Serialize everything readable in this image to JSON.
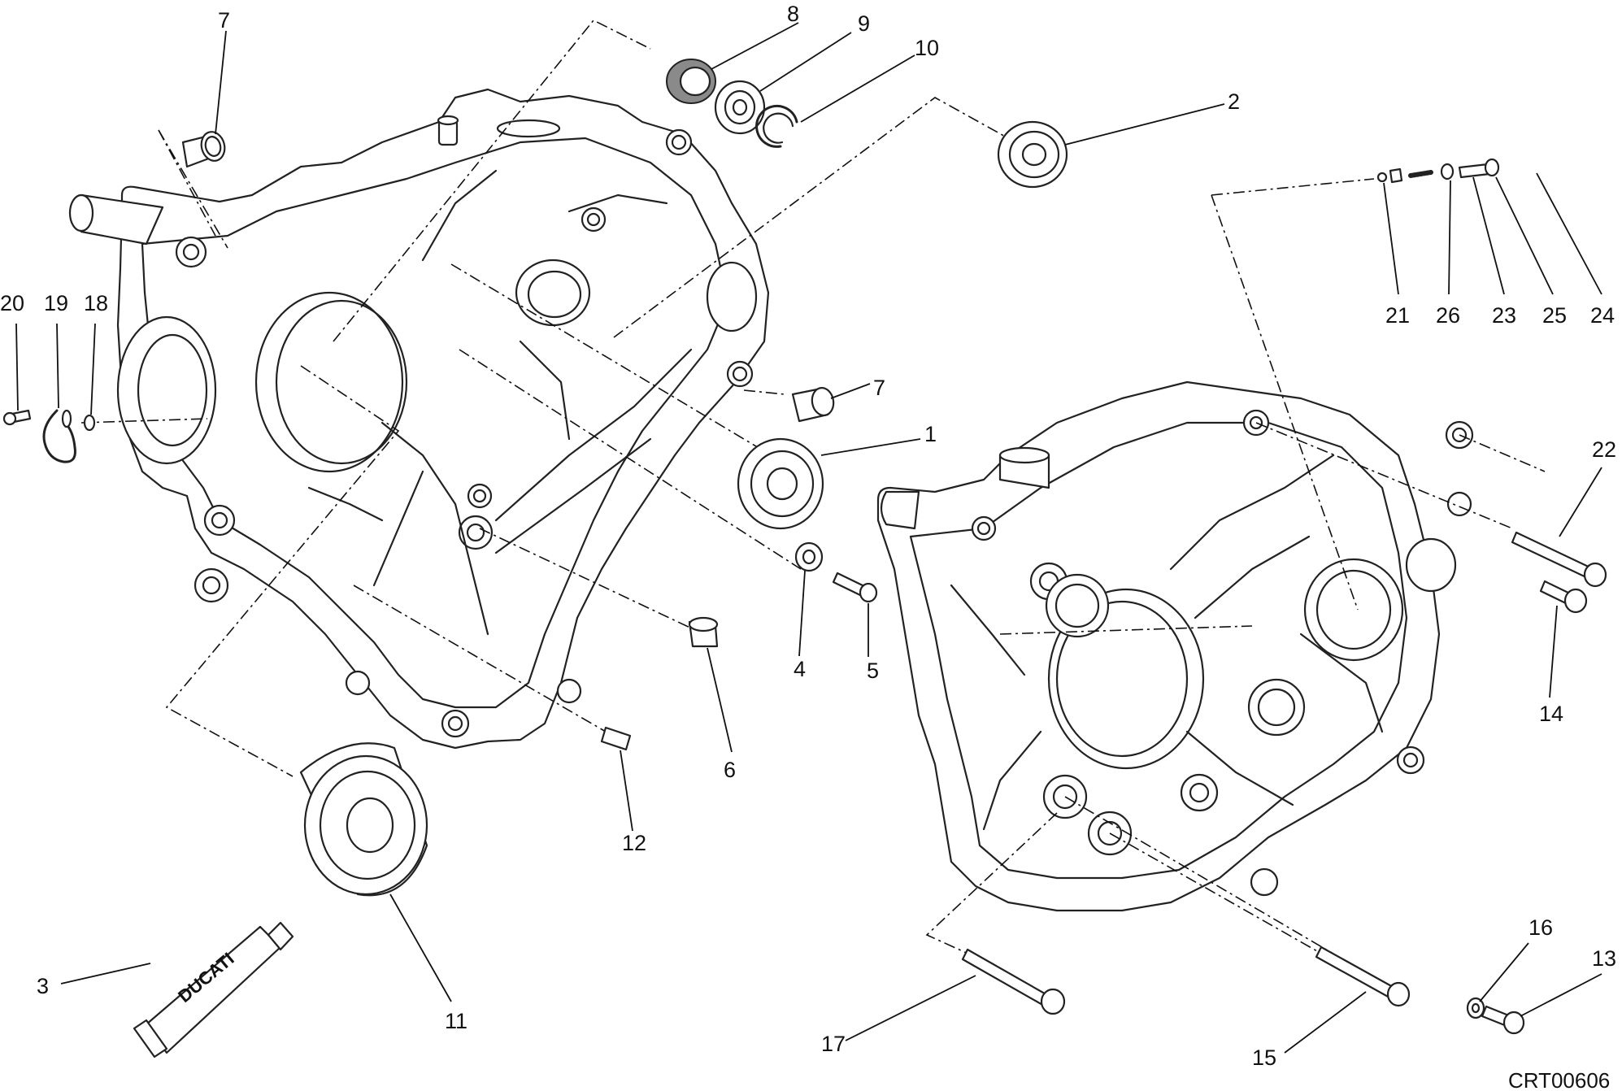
{
  "drawing_code": "CRT00606",
  "tube_brand": "DUCATI",
  "callouts": [
    {
      "id": "c7a",
      "text": "7"
    },
    {
      "id": "c8",
      "text": "8"
    },
    {
      "id": "c9",
      "text": "9"
    },
    {
      "id": "c10",
      "text": "10"
    },
    {
      "id": "c2",
      "text": "2"
    },
    {
      "id": "c20",
      "text": "20"
    },
    {
      "id": "c19",
      "text": "19"
    },
    {
      "id": "c18",
      "text": "18"
    },
    {
      "id": "c7b",
      "text": "7"
    },
    {
      "id": "c1",
      "text": "1"
    },
    {
      "id": "c4",
      "text": "4"
    },
    {
      "id": "c5",
      "text": "5"
    },
    {
      "id": "c6",
      "text": "6"
    },
    {
      "id": "c12",
      "text": "12"
    },
    {
      "id": "c3",
      "text": "3"
    },
    {
      "id": "c11",
      "text": "11"
    },
    {
      "id": "c21",
      "text": "21"
    },
    {
      "id": "c26",
      "text": "26"
    },
    {
      "id": "c23",
      "text": "23"
    },
    {
      "id": "c25",
      "text": "25"
    },
    {
      "id": "c24",
      "text": "24"
    },
    {
      "id": "c22",
      "text": "22"
    },
    {
      "id": "c14",
      "text": "14"
    },
    {
      "id": "c16",
      "text": "16"
    },
    {
      "id": "c13",
      "text": "13"
    },
    {
      "id": "c17",
      "text": "17"
    },
    {
      "id": "c15",
      "text": "15"
    }
  ]
}
